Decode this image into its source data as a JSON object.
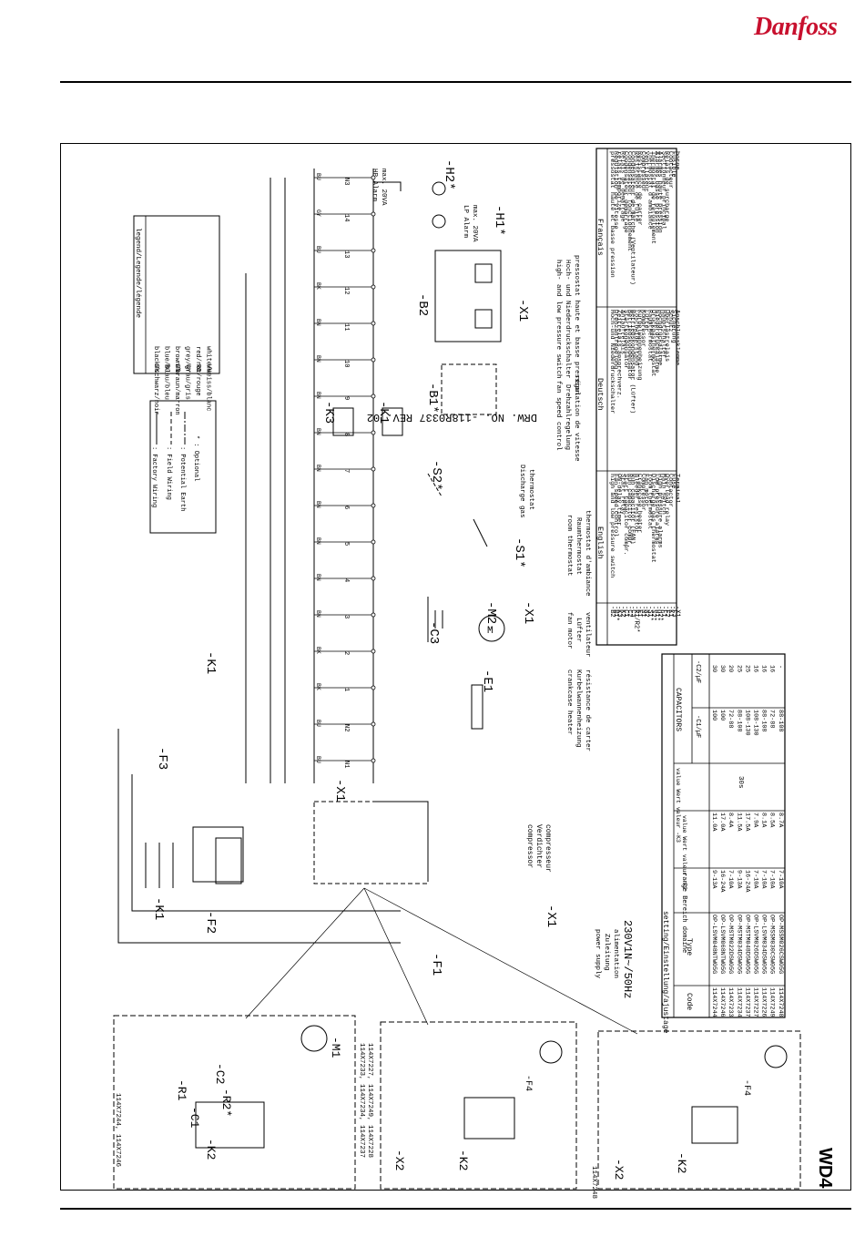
{
  "header": {
    "brand": "Danfoss"
  },
  "drawing": {
    "number": "DRW. NO. -118R0337 REV. 02",
    "model_code": "WD4",
    "supply": [
      "power supply",
      "Zuleitung",
      "alimentation"
    ],
    "supply_rating": "230V1N~/50Hz"
  },
  "legend_colors": {
    "title": "legend/Legende/légende",
    "rows": [
      [
        "BK",
        "black/schwarz/noir"
      ],
      [
        "BU",
        "blue/blau/bleu"
      ],
      [
        "BN",
        "brown/braun/marron"
      ],
      [
        "GY",
        "grey/grau/gris"
      ],
      [
        "RD",
        "red/rot/rouge"
      ],
      [
        "WH",
        "white/weiss/blanc"
      ]
    ]
  },
  "legend_lines": [
    ": Factory Wiring",
    ": Field Wiring",
    ": Potential Earth",
    "* : Optional"
  ],
  "components": {
    "headers": [
      "English",
      "Deutsch",
      "Français"
    ],
    "rows": [
      [
        "-B2",
        "high and low pressure switch",
        "Hoch-und Niederdruckschalter",
        "pressostat haute et basse pression"
      ],
      [
        "-B1*",
        "Fan speed control",
        "Drehzahlregelung",
        "Régulation de vitesse"
      ],
      [
        "-K3",
        "ON-delay timer",
        "Zeitrelais ansprechverz.",
        "relais temporizé"
      ],
      [
        "-K2",
        "Start relay",
        "Anlaufrelais",
        "Relais de démarrage"
      ],
      [
        "-C1",
        "Start capacitor compr.",
        "Startkondensator",
        "Condensateur démarrage"
      ],
      [
        "-C2",
        "Run capacitor compr.",
        "Betriebskondensator",
        "Condensateur fonctionnement"
      ],
      [
        "-C3",
        "Run capacitor (FAN)",
        "Betriebskondensator (Lüfter)",
        "Condensateur de marche (Ventilateur)"
      ],
      [
        "-R1/R2*",
        "Bleeder resistor",
        "Löschwiderstand",
        "Résistance de fuite"
      ],
      [
        "-E1",
        "Crankcase heater",
        "Kurbelwannenheizung",
        "Résistance de carter"
      ],
      [
        "-M1",
        "Compressor",
        "Kompressor",
        "Compresseur"
      ],
      [
        "-M2",
        "Fan motor",
        "Lüfter",
        "Ventilateur"
      ],
      [
        "-S1*",
        "room thermostat",
        "Raumthermostat",
        "Thermostat d'ambiance"
      ],
      [
        "-S2*",
        "Discharge gas thermostat",
        "Druckgasthermostat",
        "Thermostat de refoulement"
      ],
      [
        "-H1*",
        "Low pressure alarms",
        "Niederdruckalarme",
        "Alarmes basse pression"
      ],
      [
        "-H2*",
        "High pressure alarms",
        "Hochdruckalarme",
        "Alarmes haute pression"
      ],
      [
        "-F1",
        "Main switch",
        "Hauptschalter",
        "Sectionneur principal"
      ],
      [
        "-F2",
        "Overload relay",
        "Überlastrelais",
        "Relais de surcharge"
      ],
      [
        "-K1",
        "Contactor",
        "Schütz",
        "Contacteur"
      ],
      [
        "-F3",
        "Fuse",
        "Sicherung",
        "Fusible"
      ],
      [
        "-X1",
        "Terminal",
        "Anschlussklemme",
        "borne"
      ]
    ]
  },
  "settings": {
    "title": "setting/Einstellung/ajustage",
    "headers": [
      "Code",
      "Type",
      "range Bereich domaine",
      "value Wert valeur -F2",
      "value Wert valeur -K3"
    ],
    "capacitors_title": "CAPACITORS",
    "cap_headers": [
      "-C1/µF",
      "-C2/µF"
    ],
    "k3_value": "30s",
    "rows": [
      [
        "114X7244",
        "OP-LSVM048NTW05G",
        "9-13A",
        "11.0A",
        "100",
        "30"
      ],
      [
        "114X7246",
        "OP-LSVM068NTW05G",
        "16-24A",
        "17.0A",
        "100",
        "30"
      ],
      [
        "114X7233",
        "OP-MSTM022DSW05G",
        "7-10A",
        "8.4A",
        "72-88",
        "20"
      ],
      [
        "114X7234",
        "OP-MSTM034DSW05G",
        "9-13A",
        "11.5A",
        "88-108",
        "25"
      ],
      [
        "114X7237",
        "OP-MSTM048DSW05G",
        "16-24A",
        "17.5A",
        "108-130",
        "25"
      ],
      [
        "114X7227",
        "OP-LSVM026DSW05G",
        "7-10A",
        "7.9A",
        "108-130",
        "16"
      ],
      [
        "114X7226",
        "OP-LSVM034DSW05G",
        "7-10A",
        "8.1A",
        "88-108",
        "16"
      ],
      [
        "114X7249",
        "OP-MSSM030CSW05G",
        "7-10A",
        "8.5A",
        "72-88",
        "16"
      ],
      [
        "114X7248",
        "OP-MSSM026CSW05G",
        "7-10A",
        "8.7A",
        "88-108",
        "-"
      ]
    ]
  },
  "labels": {
    "crankcase": [
      "crankcase heater",
      "Kurbelwannenheizung",
      "résistance de carter"
    ],
    "fan_motor": [
      "fan motor",
      "Lüfter",
      "ventilateur"
    ],
    "room_thermostat": [
      "room thermostat",
      "Raumthermostat",
      "thermostat d'ambiance"
    ],
    "discharge": [
      "Discharge gas",
      "thermostat"
    ],
    "fan_speed": [
      "fan speed control",
      "Drehzahlregelung",
      "régulation de vitesse"
    ],
    "hp_lp": [
      "high- and low pressure switch",
      "Hoch- und Niederdruckschalter",
      "pressostat haute et basse pression"
    ],
    "compressor": [
      "compressor",
      "Verdichter",
      "compresseur"
    ],
    "lp_alarm": [
      "LP Alarm",
      "max. 20VA"
    ],
    "hp_alarm": [
      "HP Alarm",
      "max. 20VA"
    ],
    "variant_a": "114X7244, 114X7246",
    "variant_b": [
      "114X7233, 114X7234, 114X7237",
      "114X7227, 114X7249, 114X7228"
    ],
    "variant_c": "114X7248"
  },
  "designators": [
    "-F1",
    "-F2",
    "-F3",
    "-K1",
    "-K3",
    "-X1",
    "-C3",
    "-M2",
    "-E1",
    "-S1*",
    "-S2*",
    "-B1*",
    "-B2",
    "-H1*",
    "-H2*",
    "-M1",
    "-K2",
    "-C1",
    "-C2",
    "-R1",
    "-R2*",
    "-X2",
    "-F4"
  ],
  "terminals": [
    "N3",
    "14",
    "13",
    "12",
    "11",
    "10",
    "9",
    "8",
    "7",
    "6",
    "5",
    "4",
    "3",
    "2",
    "1",
    "N2",
    "N1"
  ],
  "terminal_colors": [
    "BU",
    "GY",
    "BU",
    "BK",
    "BN",
    "BN",
    "BN",
    "BN",
    "BN",
    "BN",
    "BN",
    "BN",
    "BN",
    "BK",
    "BK",
    "BU",
    "BU"
  ]
}
